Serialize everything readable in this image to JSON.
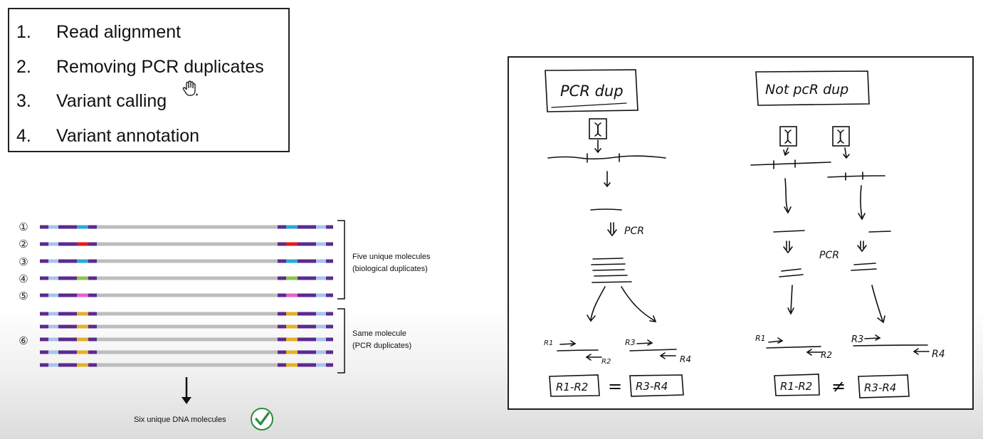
{
  "steps": [
    {
      "num": "1.",
      "label": "Read alignment"
    },
    {
      "num": "2.",
      "label": "Removing PCR duplicates"
    },
    {
      "num": "3.",
      "label": "Variant calling"
    },
    {
      "num": "4.",
      "label": "Variant annotation"
    }
  ],
  "molecules": {
    "numbers": [
      "①",
      "②",
      "③",
      "④",
      "⑤",
      "⑥"
    ],
    "group1_line1": "Five unique molecules",
    "group1_line2": "(biological duplicates)",
    "group2_line1": "Same molecule",
    "group2_line2": "(PCR duplicates)",
    "result": "Six unique DNA molecules",
    "colors": {
      "strand": "#bdbdbd",
      "adapter_dark": "#5b2a8f",
      "adapter_light": "#a9c2e8",
      "barcodes": [
        "#29a9d3",
        "#e81818",
        "#29a9d3",
        "#8bc34a",
        "#e660c8",
        "#e3b126"
      ],
      "check": "#2e8b3a"
    }
  },
  "whiteboard": {
    "left_title": "PCR dup",
    "right_title": "Not pcR dup",
    "pcr": "PCR",
    "r1": "R1",
    "r2": "R2",
    "r3": "R3",
    "r4": "R4",
    "left_eq_left": "R1-R2",
    "left_eq_sign": "=",
    "left_eq_right": "R3-R4",
    "right_eq_left": "R1-R2",
    "right_eq_sign": "≠",
    "right_eq_right": "R3-R4"
  }
}
